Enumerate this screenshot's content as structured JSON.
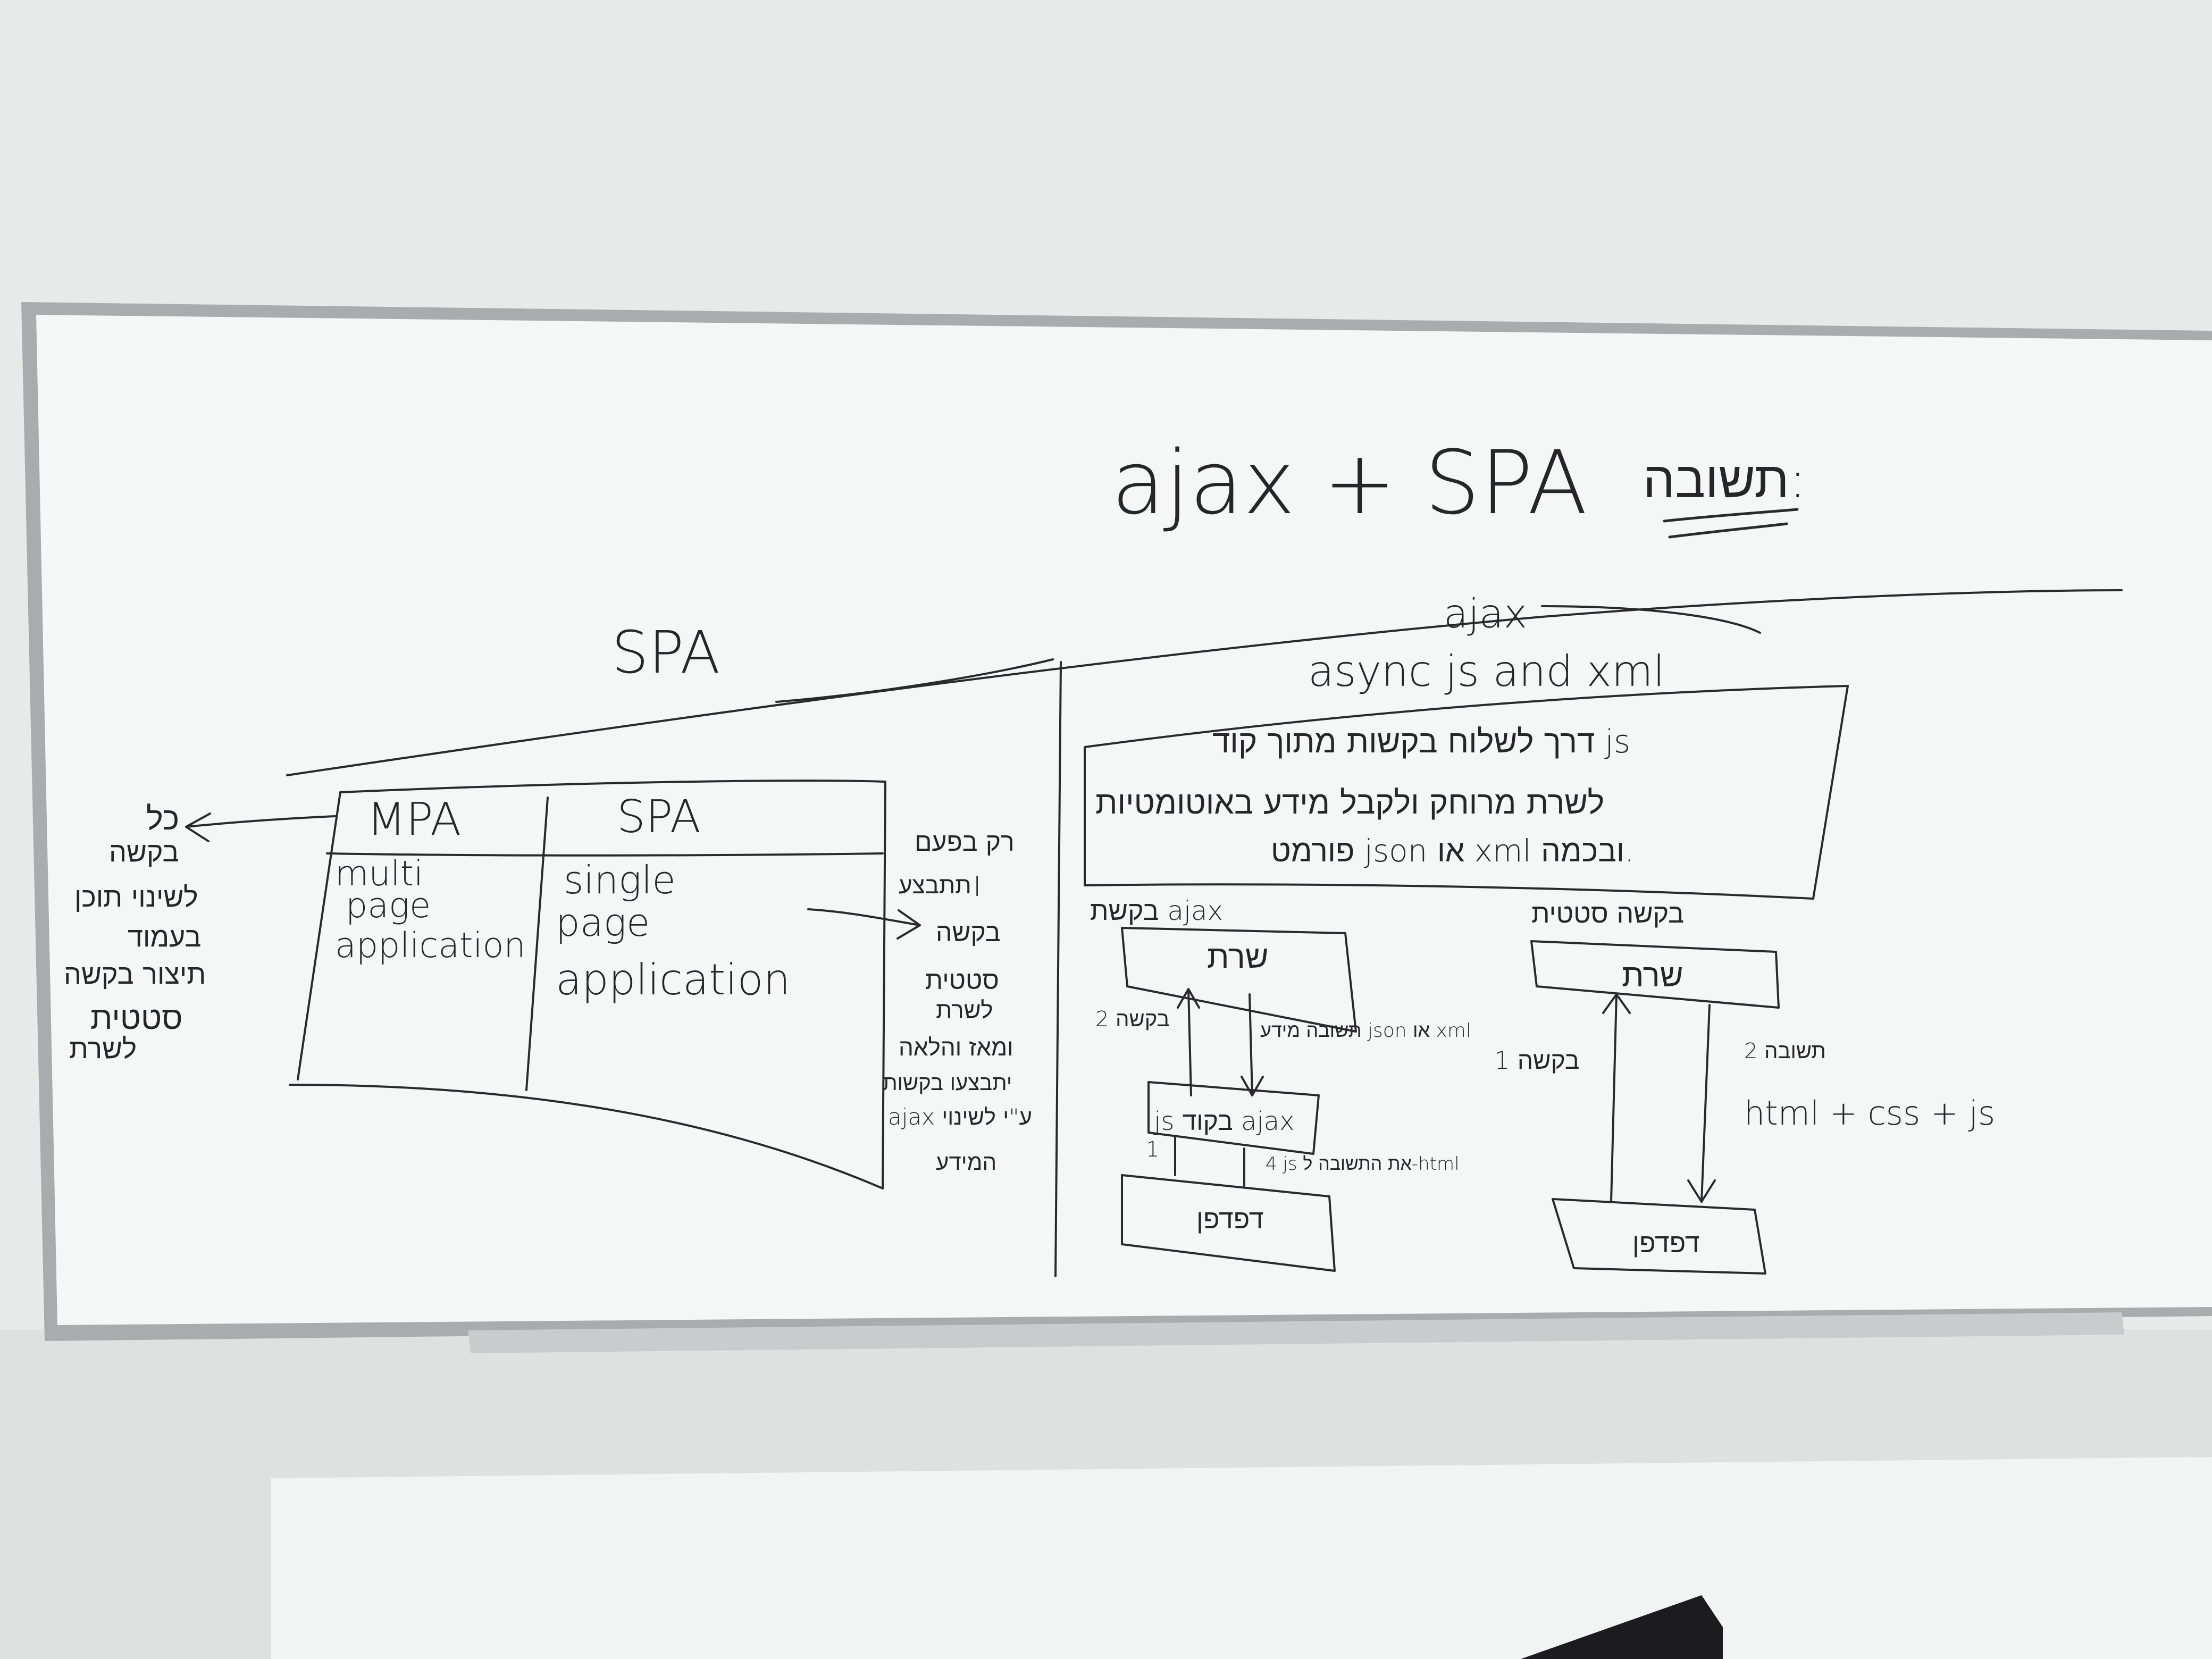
{
  "scene": {
    "colors": {
      "wall": "#e9eaea",
      "board": "#f5f6f6",
      "frame": "#a9acaf",
      "ink": "#2a2a2e"
    }
  },
  "board": {
    "title": "ajax + SPA",
    "title_prefix": "תשובה:",
    "header_spa": "SPA",
    "table": {
      "columns": [
        "MPA",
        "SPA"
      ],
      "rows": [
        [
          "multi",
          "single"
        ],
        [
          "page",
          "page"
        ],
        [
          "application",
          "application"
        ]
      ]
    },
    "left_note": [
      "כל",
      "בקשה",
      "לשינוי תוכן",
      "בעמוד",
      "תיצור בקשה",
      "סטטית",
      "לשרת"
    ],
    "middle_note": [
      "רק בפעם",
      "I",
      "תתבצע",
      "בקשה",
      "סטטית",
      "לשרת",
      "ומאז והלאה",
      "יתבצעו בקשות",
      "ajax ע\"י לשינוי",
      "המידע"
    ],
    "ajax_heading": "ajax",
    "ajax_expansion": "async js and xml",
    "definition": [
      "דרך לשלוח בקשות מתוך קוד js",
      "לשרת מרוחק ולקבל מידע באוטומטיות",
      "פורמט json או xml ובכמה."
    ],
    "ajax_flow": {
      "label": "בקשת ajax",
      "server": "שרת",
      "middle": "js בקוד ajax",
      "client": "דפדפן",
      "step2": "2 בקשה",
      "step3": "תשובה מידע json או xml",
      "step1": "1",
      "step4": "4 js את התשובה ל-html"
    },
    "static_flow": {
      "label": "בקשה סטטית",
      "server": "שרת",
      "client": "דפדפן",
      "step1": "1 בקשה",
      "step2": "2 תשובה",
      "response": "html + css + js"
    }
  }
}
